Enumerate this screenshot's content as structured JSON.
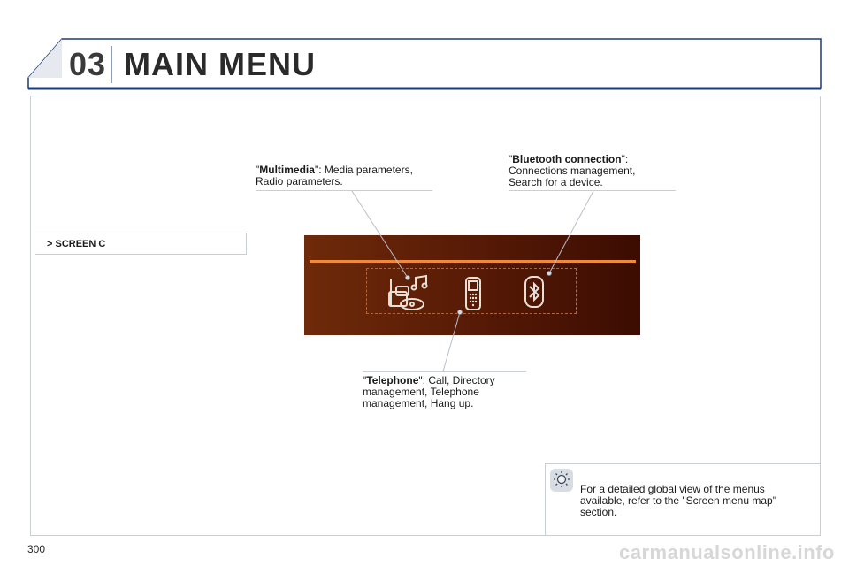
{
  "header": {
    "chapter_number": "03",
    "title": "MAIN MENU"
  },
  "screen_tag": "> SCREEN C",
  "callouts": {
    "multimedia": {
      "term": "Multimedia",
      "line1_rest": ": Media parameters,",
      "line2": "Radio parameters."
    },
    "bluetooth": {
      "term": "Bluetooth connection",
      "line1_rest": ":",
      "line2": "Connections management,",
      "line3": "Search for a device."
    },
    "telephone": {
      "term": "Telephone",
      "line1_rest": ": Call, Directory",
      "line2": "management, Telephone",
      "line3": "management, Hang up."
    }
  },
  "display": {
    "icons": [
      "multimedia-icon",
      "telephone-icon",
      "bluetooth-icon"
    ],
    "colors": {
      "accent_bar": "#f08a3a",
      "background": "#5a1c06"
    }
  },
  "note": {
    "icon": "lightbulb-icon",
    "text": "For a detailed global view of the menus available, refer to the \"Screen menu map\" section."
  },
  "page_number": "300",
  "watermark": "carmanualsonline.info"
}
